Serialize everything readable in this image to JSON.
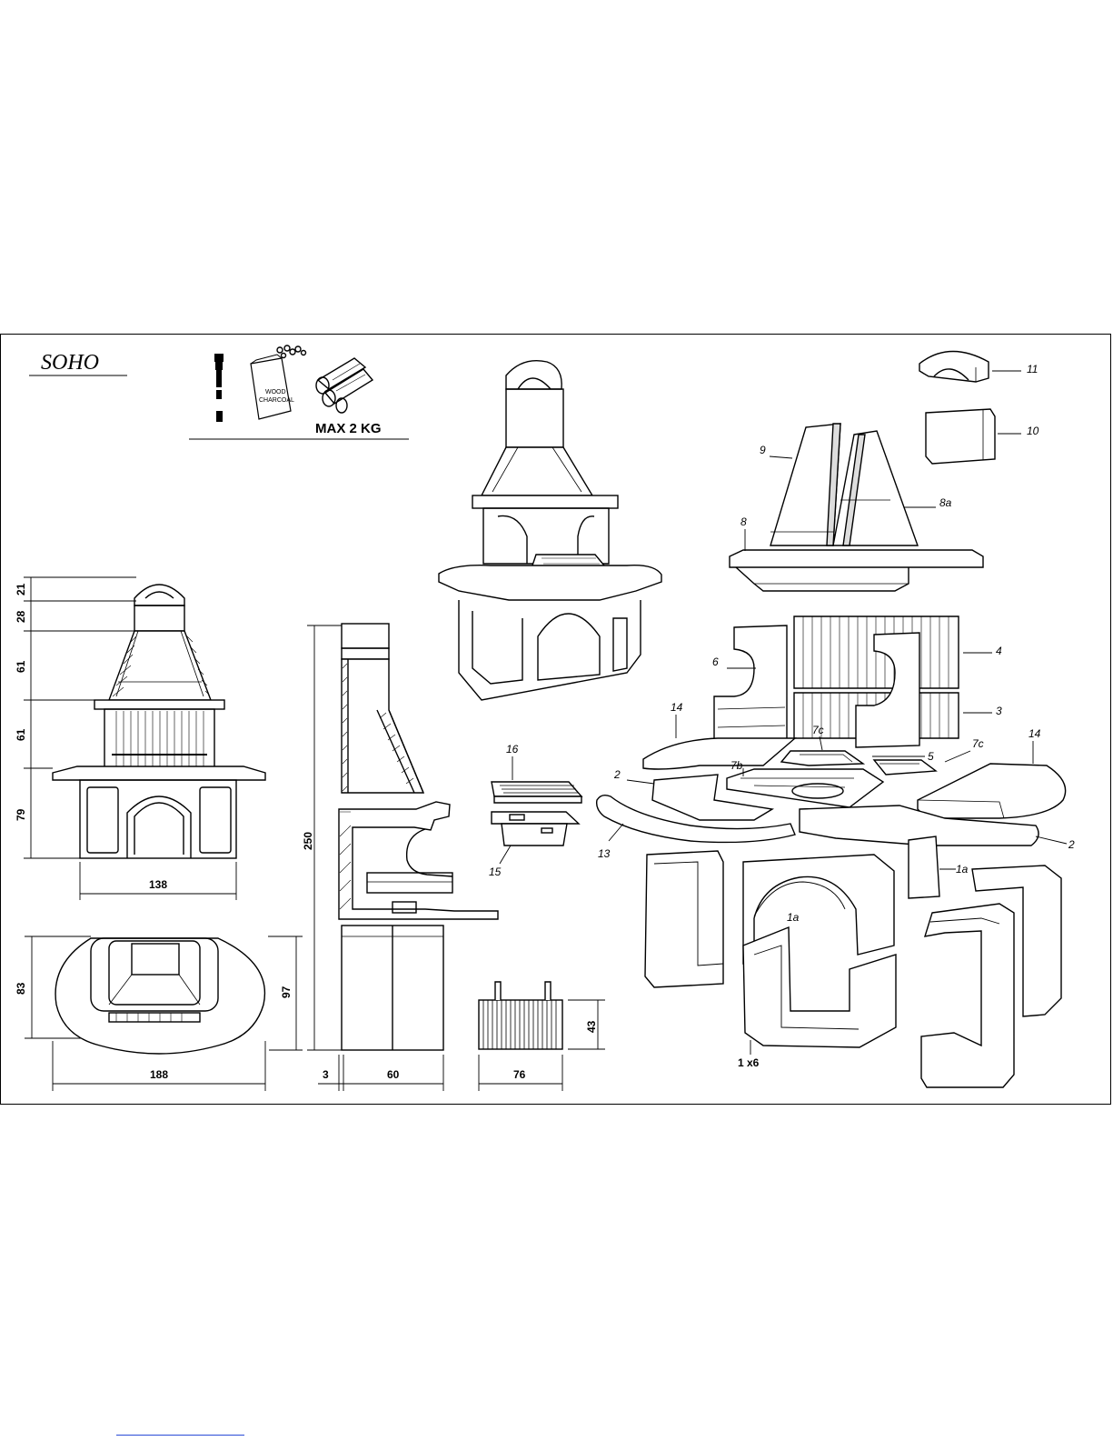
{
  "document": {
    "model_title": "SOHO",
    "warning": {
      "max_load": "MAX 2 KG",
      "bag_label_line1": "WOOD",
      "bag_label_line2": "CHARCOAL"
    },
    "part_labels": {
      "p11": "11",
      "p10": "10",
      "p9": "9",
      "p8a": "8a",
      "p8": "8",
      "p4": "4",
      "p6": "6",
      "p3": "3",
      "p14_left": "14",
      "p14_right": "14",
      "p7c_left": "7c",
      "p7c_right": "7c",
      "p5": "5",
      "p16": "16",
      "p2_left": "2",
      "p2_right": "2",
      "p7b": "7b",
      "p13": "13",
      "p15": "15",
      "p1a_right": "1a",
      "p1a_mid": "1a",
      "count": "1 x6"
    },
    "dimensions": {
      "front_h1": "21",
      "front_h2": "28",
      "front_h3": "61",
      "front_h4": "61",
      "front_h5": "79",
      "front_width": "138",
      "plan_depth": "83",
      "plan_depth2": "97",
      "plan_width": "188",
      "side_height": "250",
      "side_wall": "3",
      "side_depth": "60",
      "grate_height": "43",
      "grate_width": "76"
    }
  }
}
